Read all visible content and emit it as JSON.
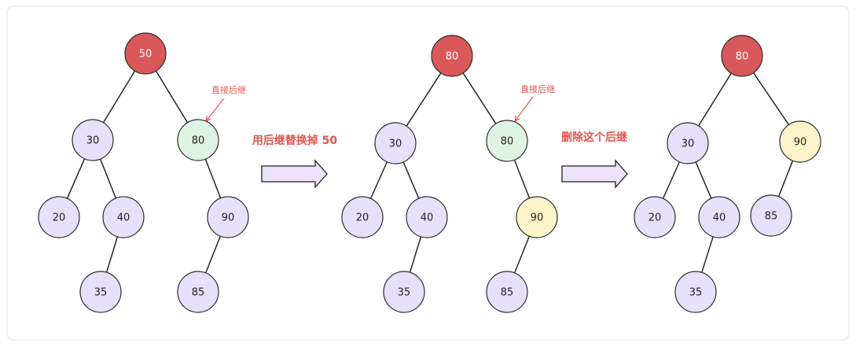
{
  "colors": {
    "root": "#d9585a",
    "normal": "#e6e0fa",
    "successor": "#dff3e2",
    "moved": "#fdf3c8",
    "label": "#e0554f",
    "arrow_fill": "#ebe3fb"
  },
  "steps": [
    {
      "nodes": [
        {
          "label": "50",
          "kind": "root"
        },
        {
          "label": "30",
          "kind": "normal"
        },
        {
          "label": "80",
          "kind": "successor"
        },
        {
          "label": "20",
          "kind": "normal"
        },
        {
          "label": "40",
          "kind": "normal"
        },
        {
          "label": "90",
          "kind": "normal"
        },
        {
          "label": "35",
          "kind": "normal"
        },
        {
          "label": "85",
          "kind": "normal"
        }
      ],
      "note": "直接后继"
    },
    {
      "nodes": [
        {
          "label": "80",
          "kind": "root"
        },
        {
          "label": "30",
          "kind": "normal"
        },
        {
          "label": "80",
          "kind": "successor"
        },
        {
          "label": "20",
          "kind": "normal"
        },
        {
          "label": "40",
          "kind": "normal"
        },
        {
          "label": "90",
          "kind": "moved"
        },
        {
          "label": "35",
          "kind": "normal"
        },
        {
          "label": "85",
          "kind": "normal"
        }
      ],
      "note": "直接后继"
    },
    {
      "nodes": [
        {
          "label": "80",
          "kind": "root"
        },
        {
          "label": "30",
          "kind": "normal"
        },
        {
          "label": "90",
          "kind": "moved"
        },
        {
          "label": "20",
          "kind": "normal"
        },
        {
          "label": "40",
          "kind": "normal"
        },
        {
          "label": "85",
          "kind": "normal"
        },
        {
          "label": "35",
          "kind": "normal"
        }
      ],
      "note": ""
    }
  ],
  "transitions": [
    {
      "label": "用后继替换掉 50"
    },
    {
      "label": "删除这个后继"
    }
  ]
}
